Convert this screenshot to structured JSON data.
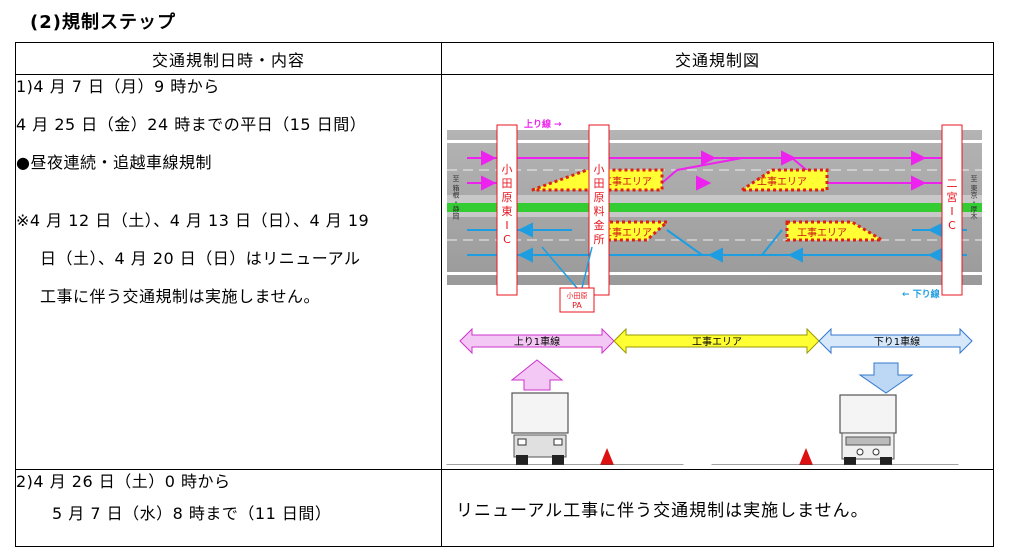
{
  "heading": "(2)規制ステップ",
  "table": {
    "col1_header": "交通規制日時・内容",
    "col2_header": "交通規制図",
    "row1": {
      "lines": [
        "1)4 月 7 日（月）9 時から",
        "4 月 25 日（金）24 時までの平日（15 日間）",
        "●昼夜連続・追越車線規制",
        "※4 月 12 日（土）、4 月 13 日（日）、4 月 19",
        "日（土）、4 月 20 日（日）はリニューアル",
        "工事に伴う交通規制は実施しません。"
      ]
    },
    "row2": {
      "lines": [
        "2)4 月 26 日（土）0 時から",
        "5 月 7 日（水）8 時まで（11 日間）"
      ],
      "right_text": "リニューアル工事に伴う交通規制は実施しません。"
    }
  },
  "diagram": {
    "up_line_label": "上り線 →",
    "down_line_label": "← 下り線",
    "ic_left": "小田原東IC",
    "ic_toll": "小田原料金所",
    "ic_right": "二宮IC",
    "side_left": "至 箱根・静岡",
    "side_right": "至 東京・厚木",
    "work_area": "工事エリア",
    "pa_label": [
      "小田原",
      "PA"
    ],
    "lane_up": "上り1車線",
    "lane_work": "工事エリア",
    "lane_down": "下り1車線"
  },
  "colors": {
    "up_arrow": "#ee22ee",
    "down_arrow": "#1e9ee0",
    "work_yellow": "#ffff33",
    "median_green": "#33cc33",
    "cone_red": "#dd1111",
    "ic_red": "#e8141e"
  }
}
